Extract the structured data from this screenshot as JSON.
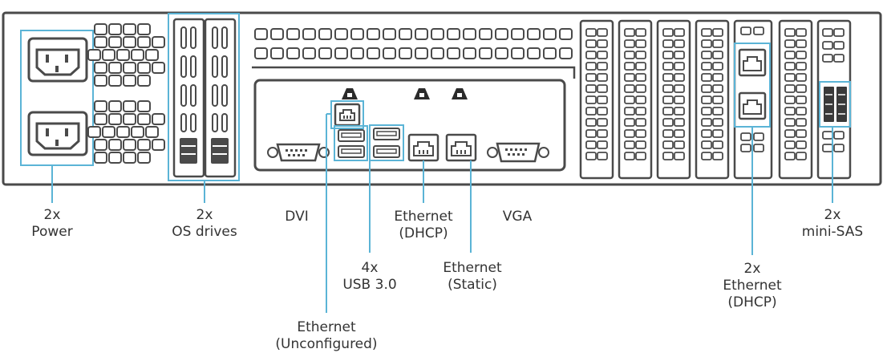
{
  "colors": {
    "chassis_stroke": "#4a4a4a",
    "highlight": "#5bb4d6",
    "label_text": "#333333",
    "background": "#ffffff"
  },
  "icons": [
    "power-socket-icon",
    "vent-grille-icon",
    "drive-bay-icon",
    "dvi-port-icon",
    "usb-port-icon",
    "ethernet-port-icon",
    "vga-port-icon",
    "mini-sas-port-icon",
    "network-indicator-icon"
  ],
  "labels": {
    "power": {
      "line1": "2x",
      "line2": "Power"
    },
    "os_drives": {
      "line1": "2x",
      "line2": "OS drives"
    },
    "dvi": {
      "line1": "DVI"
    },
    "ethernet_dhcp": {
      "line1": "Ethernet",
      "line2": "(DHCP)"
    },
    "vga": {
      "line1": "VGA"
    },
    "usb": {
      "line1": "4x",
      "line2": "USB 3.0"
    },
    "ethernet_static": {
      "line1": "Ethernet",
      "line2": "(Static)"
    },
    "ethernet_unconfigured": {
      "line1": "Ethernet",
      "line2": "(Unconfigured)"
    },
    "ethernet_dhcp_2x": {
      "line1": "2x",
      "line2": "Ethernet",
      "line3": "(DHCP)"
    },
    "mini_sas": {
      "line1": "2x",
      "line2": "mini-SAS"
    }
  }
}
